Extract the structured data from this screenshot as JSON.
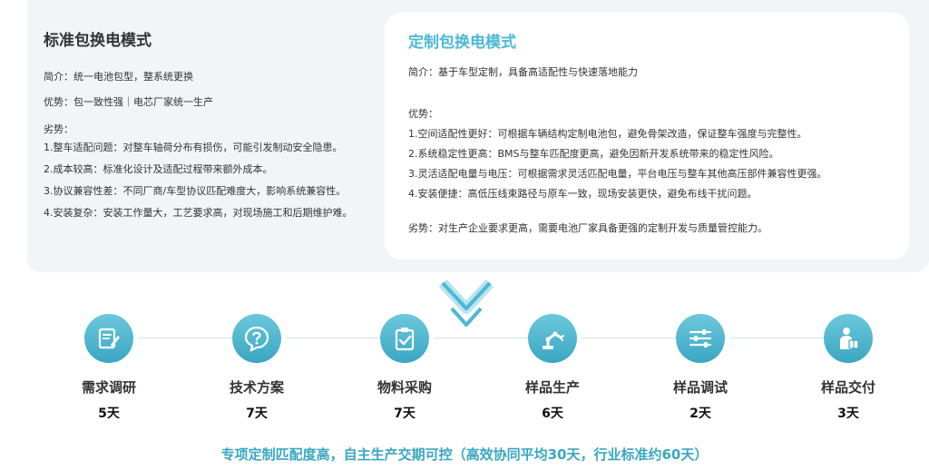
{
  "standard": {
    "title": "标准包换电模式",
    "intro": "简介：统一电池包型，整系统更换",
    "advantage": "优势：包一致性强｜电芯厂家统一生产",
    "disadvantage_label": "劣势：",
    "disadvantages": [
      "1.整车适配问题：对整车轴荷分布有损伤，可能引发制动安全隐患。",
      "2.成本较高：标准化设计及适配过程带来额外成本。",
      "3.协议兼容性差：不同厂商/车型协议匹配难度大，影响系统兼容性。",
      "4.安装复杂：安装工作量大，工艺要求高，对现场施工和后期维护难。"
    ]
  },
  "custom": {
    "title": "定制包换电模式",
    "intro": "简介：基于车型定制，具备高适配性与快速落地能力",
    "advantage_label": "优势：",
    "advantages": [
      "1.空间适配性更好：可根据车辆结构定制电池包，避免骨架改造，保证整车强度与完整性。",
      "2.系统稳定性更高：BMS与整车匹配度更高，避免因新开发系统带来的稳定性风险。",
      "3.灵活适配电量与电压：可根据需求灵活匹配电量，平台电压与整车其他高压部件兼容性更强。",
      "4.安装便捷：高低压线束路径与原车一致，现场安装更快，避免布线干扰问题。"
    ],
    "disadvantage": "劣势：对生产企业要求更高，需要电池厂家具备更强的定制开发与质量管控能力。"
  },
  "steps": [
    {
      "name": "需求调研",
      "days": "5天",
      "icon": "pencil-document-icon"
    },
    {
      "name": "技术方案",
      "days": "7天",
      "icon": "question-bubble-icon"
    },
    {
      "name": "物料采购",
      "days": "7天",
      "icon": "clipboard-check-icon"
    },
    {
      "name": "样品生产",
      "days": "6天",
      "icon": "robot-arm-icon"
    },
    {
      "name": "样品调试",
      "days": "2天",
      "icon": "sliders-icon"
    },
    {
      "name": "样品交付",
      "days": "3天",
      "icon": "delivery-person-icon"
    }
  ],
  "footer": "专项定制匹配度高，自主生产交期可控（高效协同平均30天，行业标准约60天）",
  "colors": {
    "accent": "#3aa6c2",
    "panel": "#f1f5f8",
    "title_blue": "#4cb8d5"
  }
}
